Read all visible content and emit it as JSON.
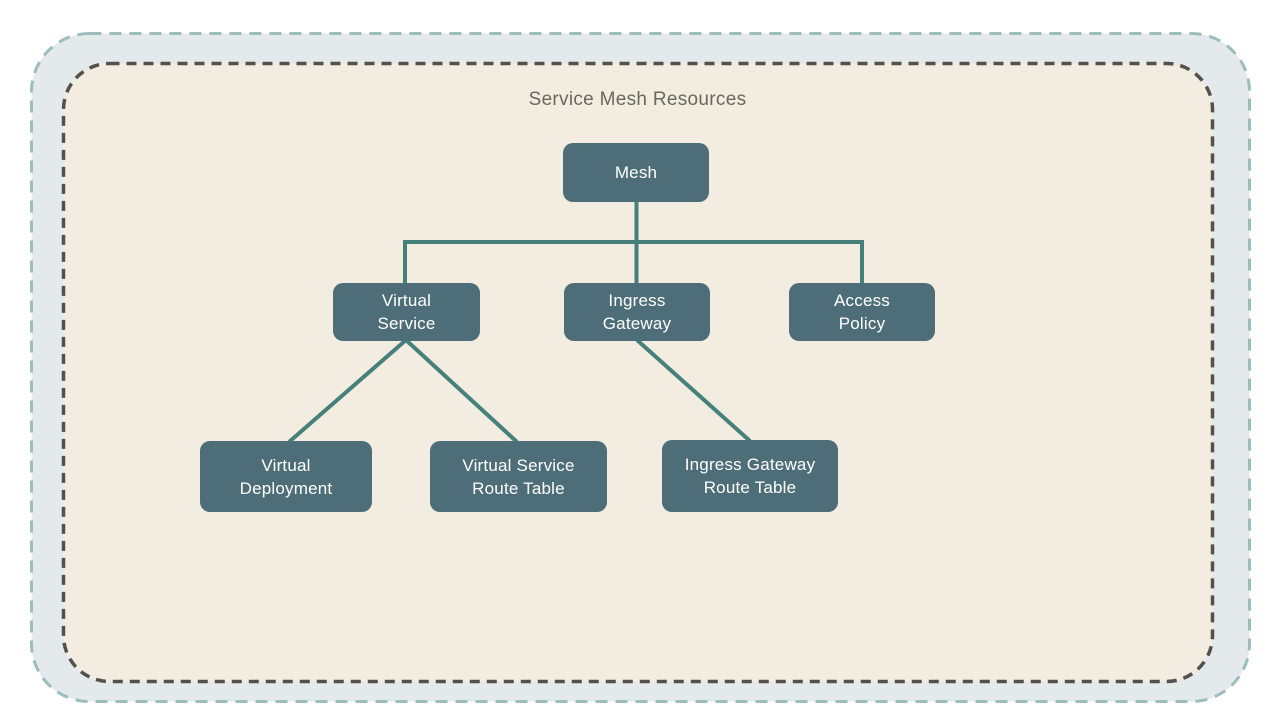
{
  "diagram": {
    "title": "Service Mesh Resources",
    "type": "hierarchy",
    "nodes": {
      "mesh": {
        "label": "Mesh"
      },
      "virtual_service": {
        "label": "Virtual\nService"
      },
      "ingress_gateway": {
        "label": "Ingress\nGateway"
      },
      "access_policy": {
        "label": "Access\nPolicy"
      },
      "virtual_deployment": {
        "label": "Virtual\nDeployment"
      },
      "virtual_service_route_table": {
        "label": "Virtual Service\nRoute Table"
      },
      "ingress_gateway_route_table": {
        "label": "Ingress Gateway\nRoute Table"
      }
    },
    "edges": [
      {
        "from": "mesh",
        "to": "virtual_service"
      },
      {
        "from": "mesh",
        "to": "ingress_gateway"
      },
      {
        "from": "mesh",
        "to": "access_policy"
      },
      {
        "from": "virtual_service",
        "to": "virtual_deployment"
      },
      {
        "from": "virtual_service",
        "to": "virtual_service_route_table"
      },
      {
        "from": "ingress_gateway",
        "to": "ingress_gateway_route_table"
      }
    ]
  },
  "colors": {
    "page_background": "#ffffff",
    "outer_panel_fill": "#e4e9ec",
    "outer_panel_border": "#9dbdbd",
    "inner_panel_fill": "#f2ede0",
    "inner_panel_border": "#54504a",
    "node_fill": "#4d6e79",
    "node_text": "#ffffff",
    "connector": "#45817a",
    "title_text": "#6a675e"
  }
}
